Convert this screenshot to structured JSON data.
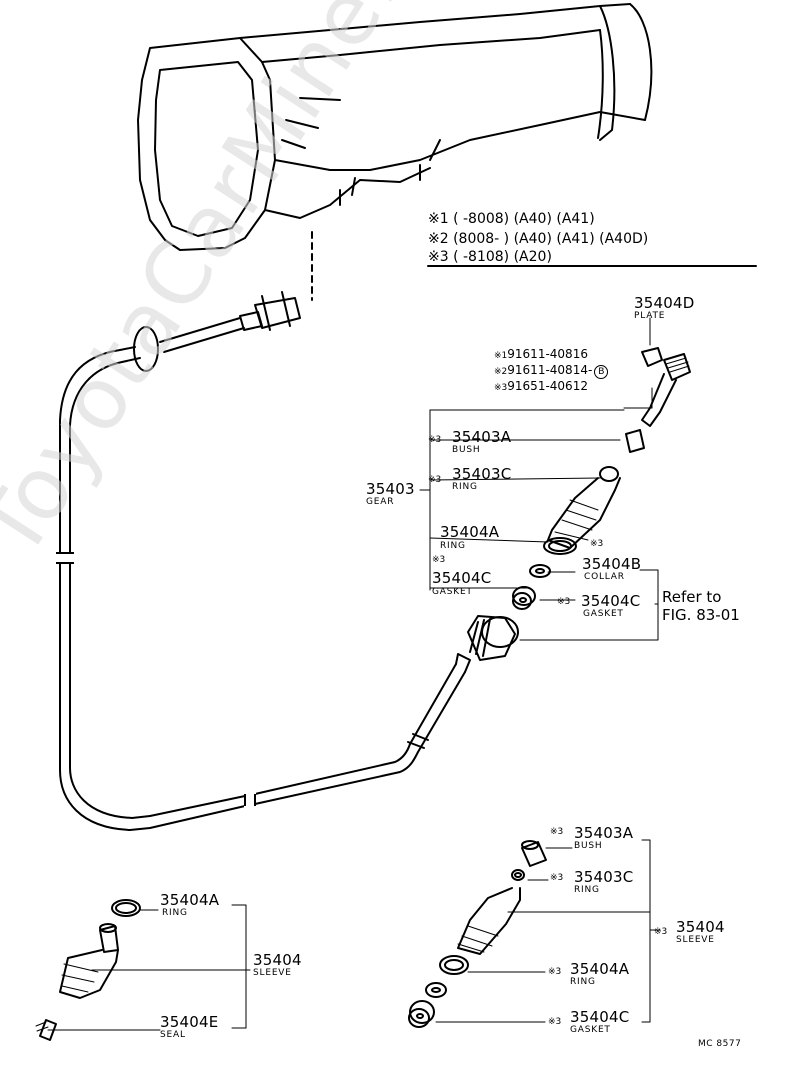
{
  "watermark": "ToyotaCarMine.ru",
  "legend": {
    "rows": [
      {
        "mark": "※1",
        "text": "(        -8008) (A40) (A41)"
      },
      {
        "mark": "※2",
        "text": "(8008-        ) (A40) (A41) (A40D)"
      },
      {
        "mark": "※3",
        "text": "(        -8108) (A20)"
      }
    ]
  },
  "upper": {
    "plate": {
      "number": "35404D",
      "name": "PLATE"
    },
    "bolts": [
      {
        "mark": "※1",
        "number": "91611-40816"
      },
      {
        "mark": "※2",
        "number": "91611-40814-",
        "circle": "B"
      },
      {
        "mark": "※3",
        "number": "91651-40612"
      }
    ],
    "gear": {
      "number": "35403",
      "name": "GEAR"
    },
    "bush": {
      "mark": "※3",
      "number": "35403A",
      "name": "BUSH"
    },
    "ring_c": {
      "mark": "※3",
      "number": "35403C",
      "name": "RING"
    },
    "ring_a": {
      "number": "35404A",
      "name": "RING",
      "mark_left": "※3",
      "mark_right": "※3"
    },
    "collar": {
      "number": "35404B",
      "name": "COLLAR"
    },
    "gasket_l": {
      "number": "35404C",
      "name": "GASKET"
    },
    "gasket_r": {
      "mark": "※3",
      "number": "35404C",
      "name": "GASKET"
    },
    "refer": {
      "line1": "Refer to",
      "line2": "FIG. 83-01"
    }
  },
  "lower_left": {
    "ring": {
      "number": "35404A",
      "name": "RING"
    },
    "sleeve": {
      "number": "35404",
      "name": "SLEEVE"
    },
    "seal": {
      "number": "35404E",
      "name": "SEAL"
    }
  },
  "lower_right": {
    "bush": {
      "mark": "※3",
      "number": "35403A",
      "name": "BUSH"
    },
    "ring_c": {
      "mark": "※3",
      "number": "35403C",
      "name": "RING"
    },
    "sleeve": {
      "mark": "※3",
      "number": "35404",
      "name": "SLEEVE"
    },
    "ring_a": {
      "mark": "※3",
      "number": "35404A",
      "name": "RING"
    },
    "gasket": {
      "mark": "※3",
      "number": "35404C",
      "name": "GASKET"
    }
  },
  "figure_code": "MC 8577"
}
